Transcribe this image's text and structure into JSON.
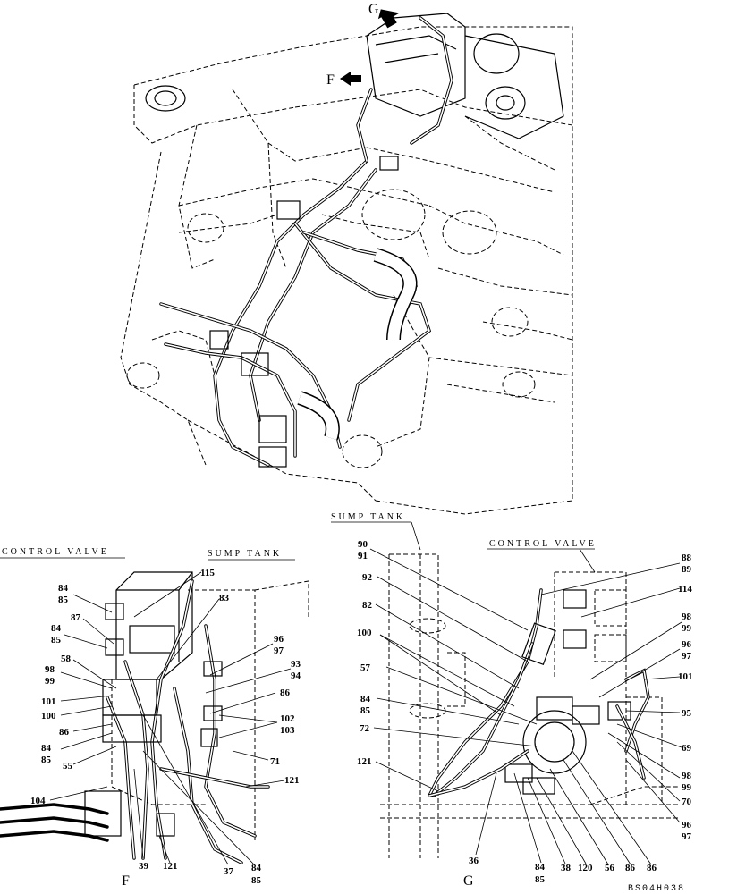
{
  "main_view": {
    "arrow_g": "G",
    "arrow_f": "F"
  },
  "view_f": {
    "title": "F",
    "control_valve": "CONTROL VALVE",
    "sump_tank": "SUMP TANK",
    "labels": [
      "84",
      "85",
      "87",
      "84",
      "85",
      "58",
      "98",
      "99",
      "101",
      "100",
      "86",
      "84",
      "85",
      "55",
      "104",
      "39",
      "121",
      "37",
      "84",
      "85",
      "115",
      "83",
      "96",
      "97",
      "93",
      "94",
      "86",
      "102",
      "103",
      "71",
      "121"
    ]
  },
  "view_g": {
    "title": "G",
    "sump_tank": "SUMP TANK",
    "control_valve": "CONTROL VALVE",
    "labels": [
      "90",
      "91",
      "92",
      "82",
      "100",
      "57",
      "84",
      "85",
      "72",
      "121",
      "36",
      "84",
      "85",
      "38",
      "120",
      "56",
      "86",
      "86",
      "88",
      "89",
      "114",
      "98",
      "99",
      "96",
      "97",
      "101",
      "95",
      "69",
      "98",
      "99",
      "70",
      "96",
      "97"
    ]
  },
  "drawing_code": "BS04H038"
}
